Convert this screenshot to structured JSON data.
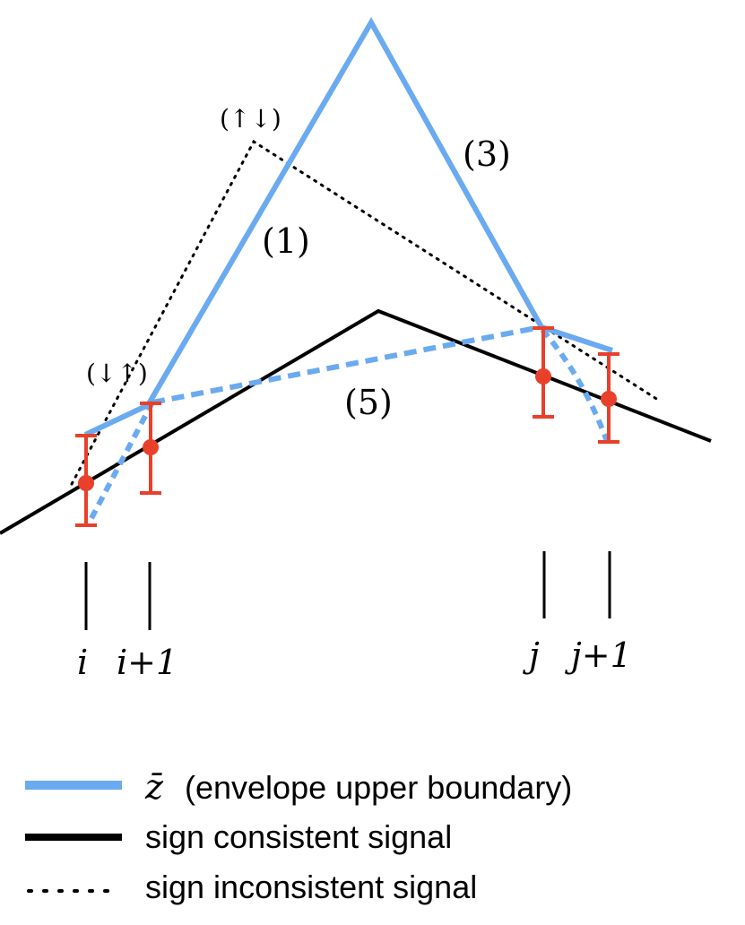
{
  "labels": {
    "segment_1": "(1)",
    "segment_3": "(3)",
    "segment_5": "(5)",
    "up_down": "(↑↓)",
    "down_up": "(↓↑)"
  },
  "ticks": {
    "i": "i",
    "i_plus_1": "i+1",
    "j": "j",
    "j_plus_1": "j+1"
  },
  "legend": {
    "zbar_symbol": "z̄",
    "zbar_label": "(envelope upper boundary)",
    "consistent_label": "sign consistent signal",
    "inconsistent_label": "sign inconsistent signal"
  },
  "colors": {
    "envelope": "#6aaaf0",
    "consistent": "#000000",
    "error_bar": "#e8402a"
  }
}
